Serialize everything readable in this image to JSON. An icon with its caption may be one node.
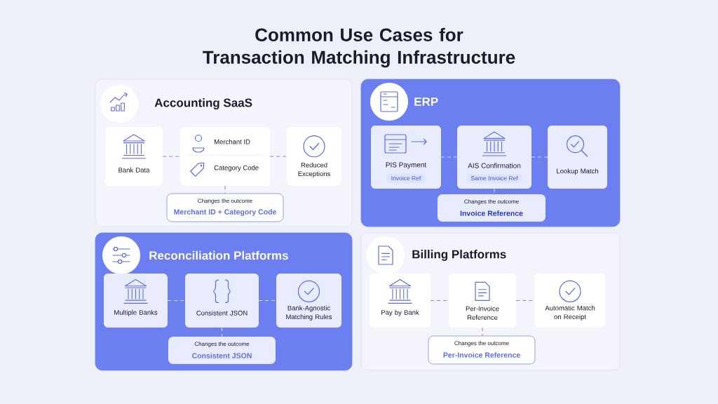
{
  "diagram": {
    "title": "Common Use Cases for Transaction Matching Infrastructure",
    "nodes": [
      {
        "text": [
          "Accounting SaaS"
        ]
      },
      {
        "text": [
          "Bank Data"
        ],
        "in": 0
      },
      {
        "text": [
          "Merchant ID",
          "Category Code"
        ],
        "in": 0
      },
      {
        "text": [
          "Reduced Exceptions"
        ],
        "in": 0
      },
      {
        "text": [
          "Changes the outcome",
          "Merchant ID + Category Code"
        ],
        "in": 0
      },
      {
        "text": [
          "ERP"
        ]
      },
      {
        "text": [
          "PIS Payment",
          "Invoice Ref"
        ],
        "in": 5
      },
      {
        "text": [
          "AIS Confirmation",
          "Same Invoice Ref"
        ],
        "in": 5
      },
      {
        "text": [
          "Lookup Match"
        ],
        "in": 5
      },
      {
        "text": [
          "Changes the outcome",
          "Invoice Reference"
        ],
        "in": 5
      },
      {
        "text": [
          "Reconciliation Platforms"
        ]
      },
      {
        "text": [
          "Multiple Banks"
        ],
        "in": 10
      },
      {
        "text": [
          "Consistent JSON"
        ],
        "in": 10
      },
      {
        "text": [
          "Bank-Agnostic Matching Rules"
        ],
        "in": 10
      },
      {
        "text": [
          "Changes the outcome",
          "Consistent JSON"
        ],
        "in": 10
      },
      {
        "text": [
          "Billing Platforms"
        ]
      },
      {
        "text": [
          "Pay by Bank"
        ],
        "in": 15
      },
      {
        "text": [
          "Per-Invoice Reference"
        ],
        "in": 15
      },
      {
        "text": [
          "Automatic Match on Receipt"
        ],
        "in": 15
      },
      {
        "text": [
          "Changes the outcome",
          "Per-Invoice Reference"
        ],
        "in": 15
      }
    ],
    "edges": [
      {
        "from": 1,
        "to": 2,
        "arrow": "none",
        "style": "dashed"
      },
      {
        "from": 2,
        "to": 3,
        "arrow": "none",
        "style": "dashed"
      },
      {
        "from": 2,
        "to": 4,
        "arrow": "none",
        "style": "dashed"
      },
      {
        "from": 6,
        "to": 7,
        "arrow": "none",
        "style": "dashed",
        "color": "#d6dcfc"
      },
      {
        "from": 7,
        "to": 8,
        "arrow": "none",
        "style": "dashed",
        "color": "#d6dcfc"
      },
      {
        "from": 7,
        "to": 9,
        "arrow": "none",
        "style": "dashed",
        "color": "#d6dcfc"
      },
      {
        "from": 11,
        "to": 12,
        "arrow": "none",
        "style": "dashed",
        "color": "#d6dcfc"
      },
      {
        "from": 12,
        "to": 13,
        "arrow": "none",
        "style": "dashed",
        "color": "#d6dcfc"
      },
      {
        "from": 12,
        "to": 14,
        "arrow": "none",
        "style": "dashed",
        "color": "#d6dcfc"
      },
      {
        "from": 16,
        "to": 17,
        "arrow": "none",
        "style": "dashed"
      },
      {
        "from": 17,
        "to": 18,
        "arrow": "none",
        "style": "dashed"
      },
      {
        "from": 17,
        "to": 19,
        "arrow": "none",
        "style": "dashed"
      }
    ]
  }
}
